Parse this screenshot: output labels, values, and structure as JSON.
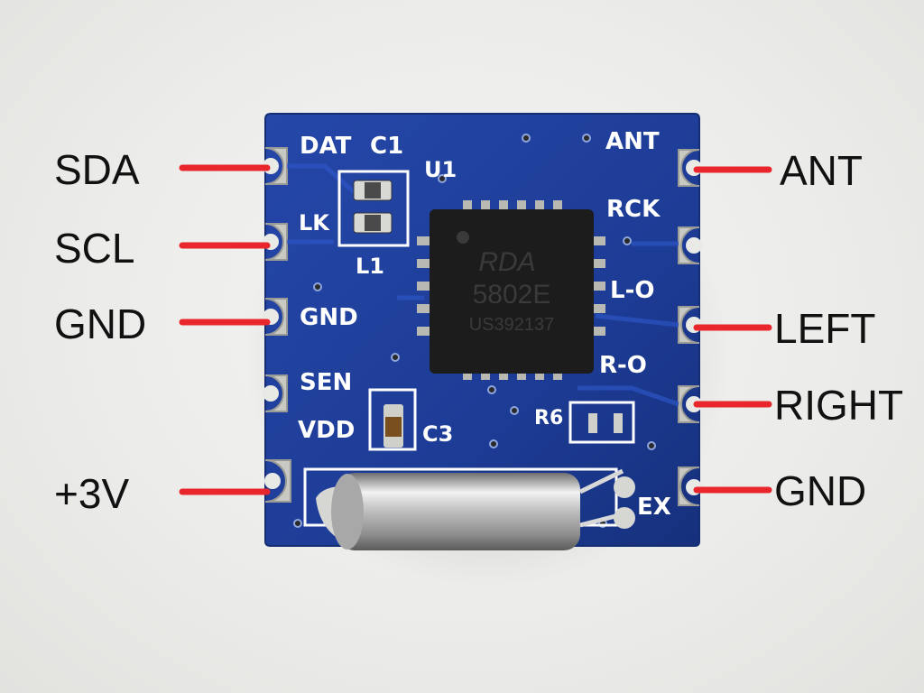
{
  "board": {
    "silkscreen": {
      "dat": "DAT",
      "c1": "C1",
      "ant": "ANT",
      "u1": "U1",
      "lk": "LK",
      "rck": "RCK",
      "l1": "L1",
      "gnd": "GND",
      "l_o": "L-O",
      "sen": "SEN",
      "r_o": "R-O",
      "vdd": "VDD",
      "c3": "C3",
      "r6": "R6",
      "ex": "EX"
    },
    "chip": {
      "logo": "RDA",
      "model": "5802E",
      "lot": "US392137"
    },
    "colors": {
      "pcb": "#1f3f99",
      "leader": "#e8262b",
      "pad": "#c9c9c4"
    }
  },
  "pins": {
    "left": [
      "SDA",
      "SCL",
      "GND",
      "+3V"
    ],
    "right": [
      "ANT",
      "LEFT",
      "RIGHT",
      "GND"
    ]
  }
}
